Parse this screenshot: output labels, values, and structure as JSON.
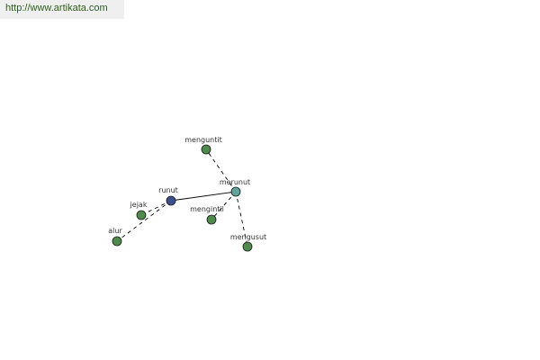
{
  "source_url": "http://www.artikata.com",
  "colors": {
    "center_node": "#3b4f8a",
    "hub_node": "#5fa39a",
    "leaf_node": "#4e8a4b",
    "node_stroke": "#1a1a1a",
    "edge": "#000000",
    "url_text": "#2f5e1d",
    "url_background": "#efefef"
  },
  "nodes": {
    "runut": "runut",
    "merunut": "merunut",
    "menguntit": "menguntit",
    "mengintil": "mengintil",
    "mengusut": "mengusut",
    "jejak": "jejak",
    "alur": "alur"
  },
  "edges": [
    {
      "from": "runut",
      "to": "merunut",
      "style": "solid"
    },
    {
      "from": "merunut",
      "to": "menguntit",
      "style": "dashed"
    },
    {
      "from": "merunut",
      "to": "mengintil",
      "style": "dashed"
    },
    {
      "from": "merunut",
      "to": "mengusut",
      "style": "dashed"
    },
    {
      "from": "runut",
      "to": "jejak",
      "style": "dashed"
    },
    {
      "from": "runut",
      "to": "alur",
      "style": "dashed"
    }
  ]
}
